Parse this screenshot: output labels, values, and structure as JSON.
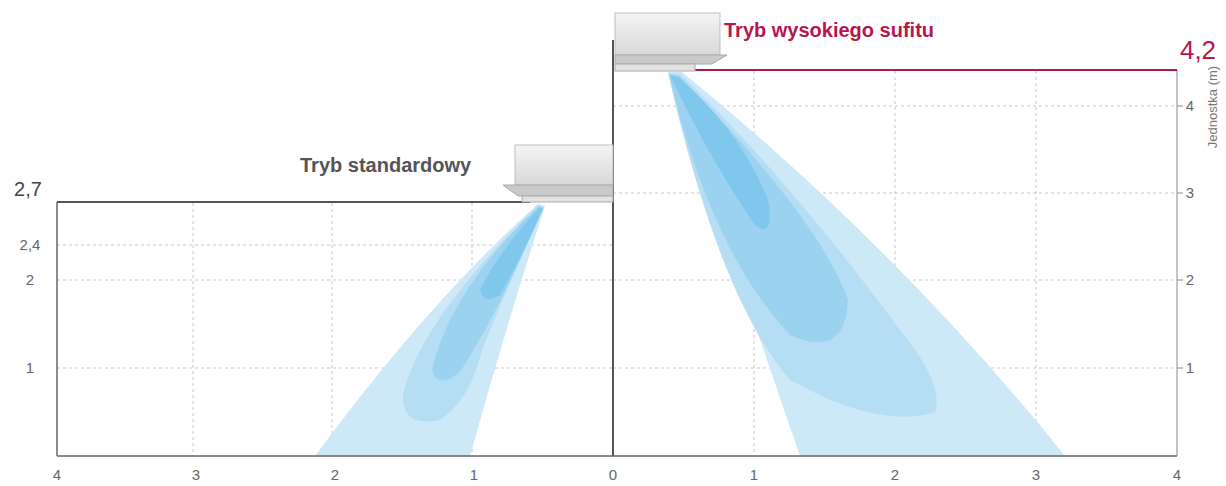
{
  "diagram": {
    "labels": [
      "Tryb wysokiego sufitu",
      "4,2",
      "Tryb standardowy",
      "2,7",
      "2,4",
      "2",
      "1",
      "4",
      "3",
      "2",
      "1",
      "Jednostka (m)",
      "4",
      "3",
      "2",
      "1",
      "0",
      "1",
      "2",
      "3",
      "4"
    ]
  }
}
